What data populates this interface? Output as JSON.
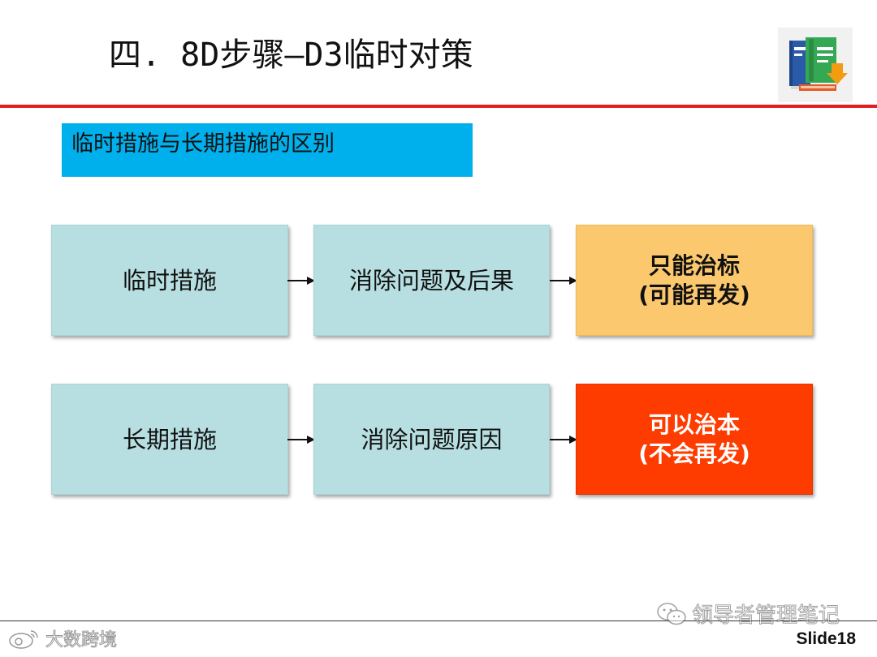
{
  "slide": {
    "title": "四. 8D步骤—D3临时对策",
    "section_label": "临时措施与长期措施的区别",
    "slide_number": "Slide18"
  },
  "rows": [
    {
      "measure": "临时措施",
      "action": "消除问题及后果",
      "outcome_line1": "只能治标",
      "outcome_line2": "(可能再发)",
      "outcome_color": "#fbc86e"
    },
    {
      "measure": "长期措施",
      "action": "消除问题原因",
      "outcome_line1": "可以治本",
      "outcome_line2": "(不会再发)",
      "outcome_color": "#fe3c00"
    }
  ],
  "colors": {
    "accent_rule": "#e01f1f",
    "section_bar": "#00b0ec",
    "process_box": "#b7dfe1"
  },
  "watermarks": {
    "right": "领导者管理笔记",
    "left": "大数跨境"
  },
  "icons": {
    "logo": "book-stack-icon",
    "arrow": "arrow-right-icon",
    "wechat": "wechat-icon",
    "weibo": "weibo-icon"
  }
}
